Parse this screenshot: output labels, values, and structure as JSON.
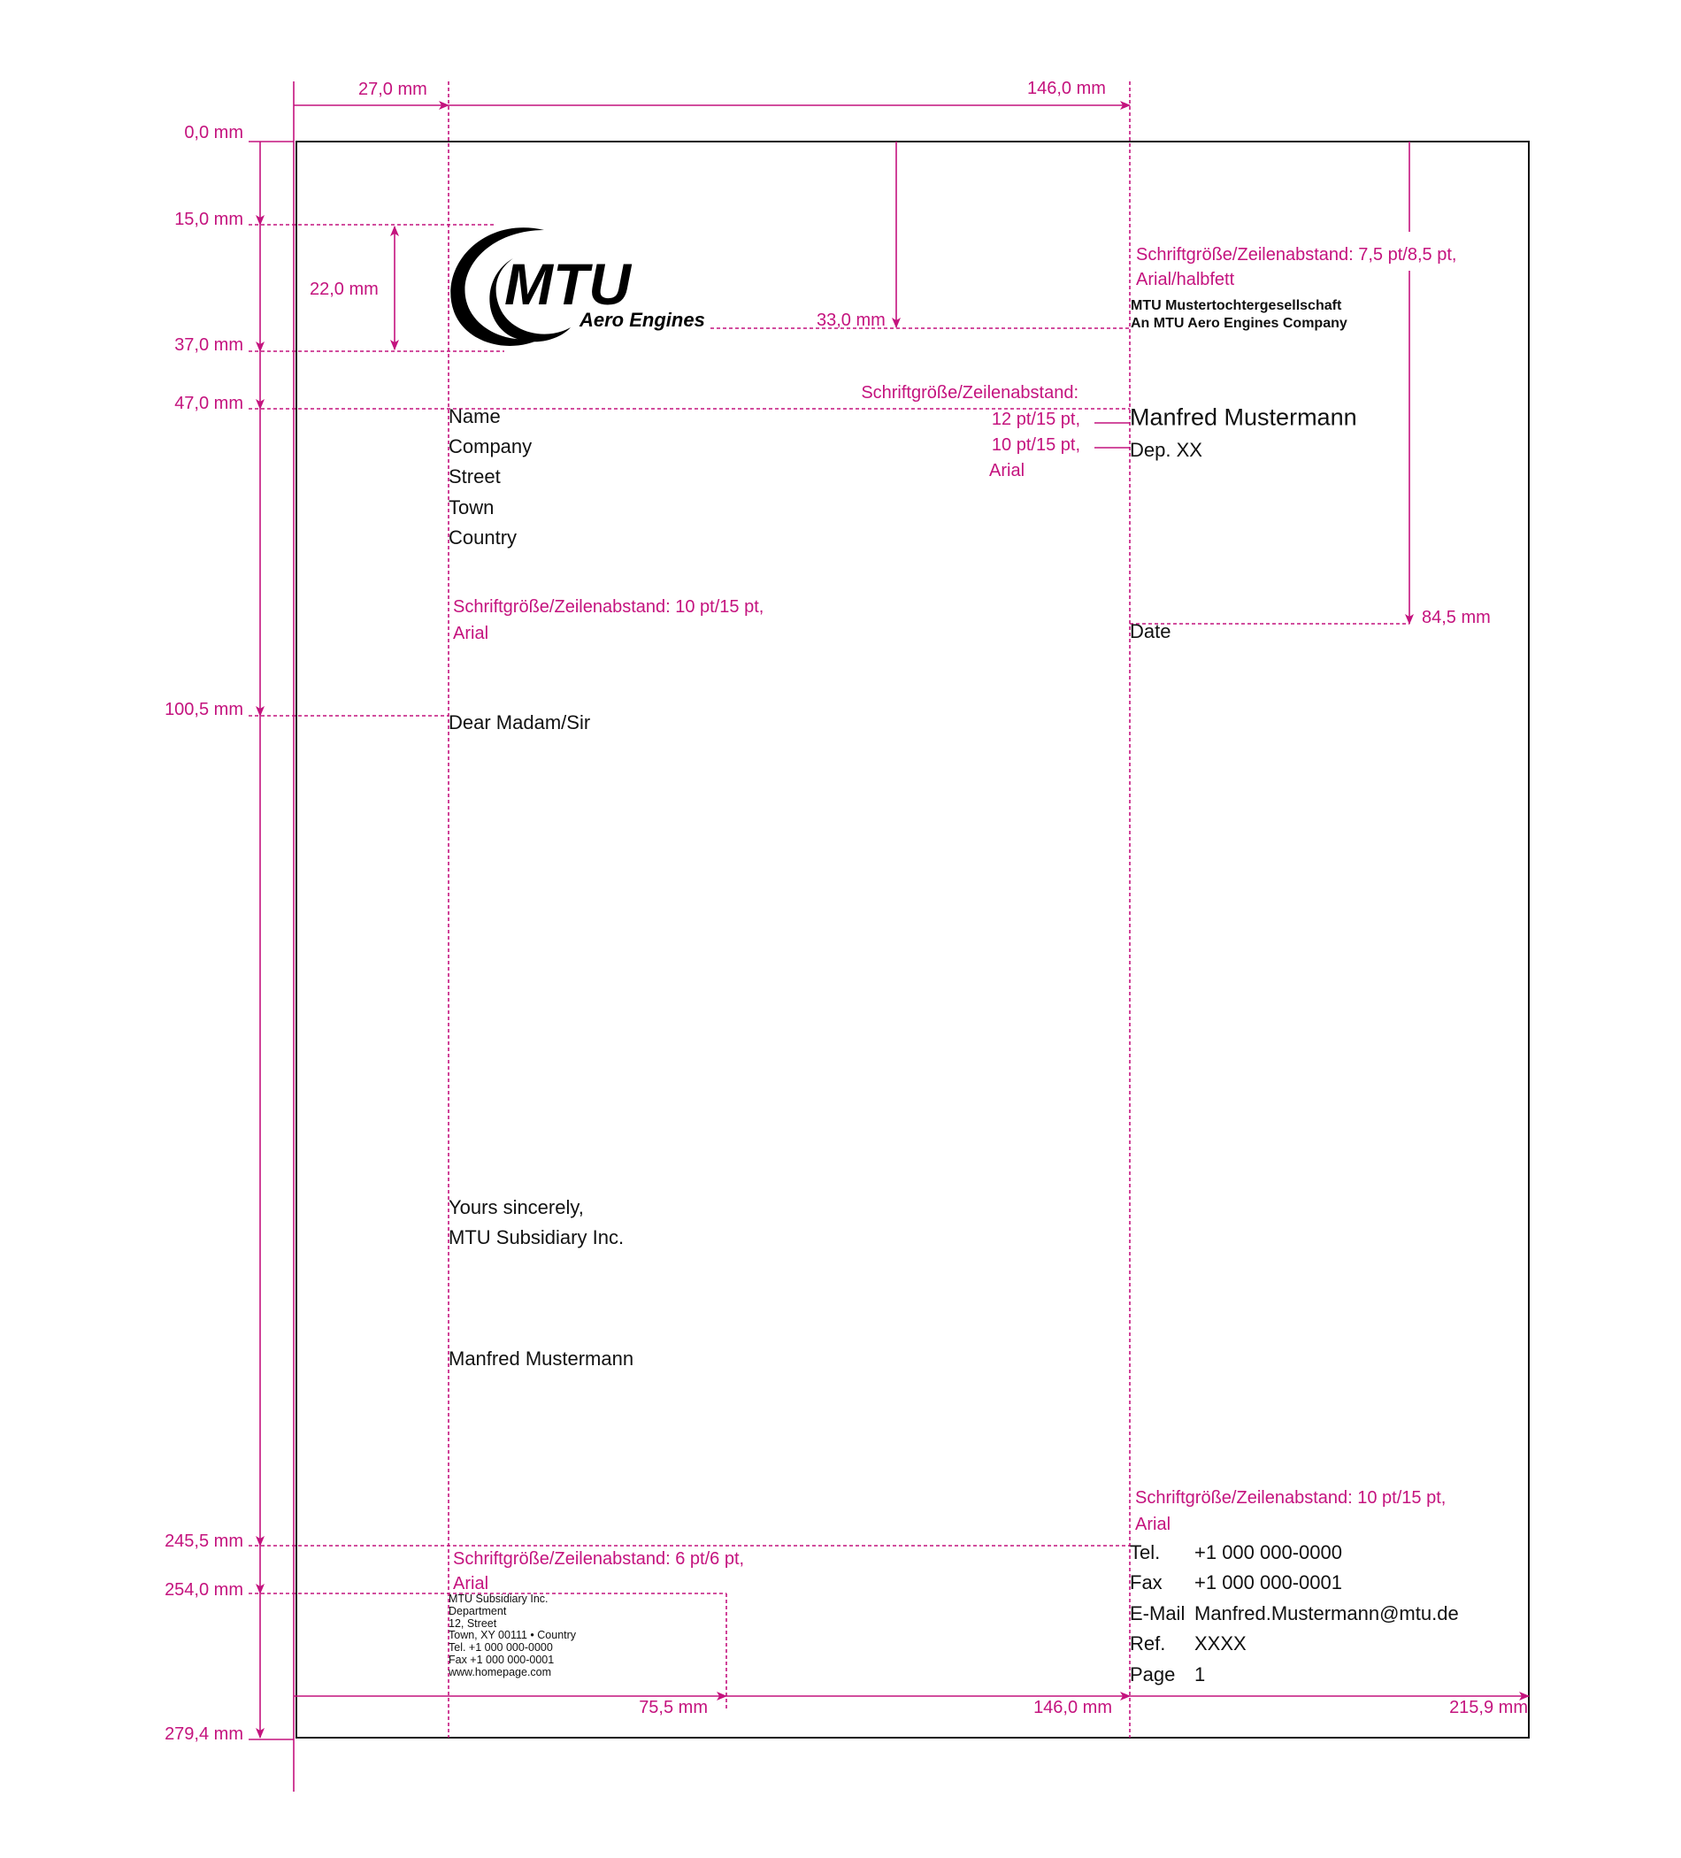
{
  "dimensions": {
    "top": {
      "left_margin": "27,0 mm",
      "right_column": "146,0 mm"
    },
    "left": [
      "0,0 mm",
      "15,0 mm",
      "37,0 mm",
      "47,0 mm",
      "100,5 mm",
      "245,5 mm",
      "254,0 mm",
      "279,4 mm"
    ],
    "logo_height": "22,0 mm",
    "logo_baseline": "33,0 mm",
    "date_position": "84,5 mm",
    "bottom": {
      "footer_width": "75,5 mm",
      "right_column": "146,0 mm",
      "page_width": "215,9 mm"
    }
  },
  "annotations": {
    "company_spec": [
      "Schriftgröße/Zeilenabstand: 7,5 pt/8,5 pt,",
      "Arial/halbfett"
    ],
    "sender_spec": [
      "Schriftgröße/Zeilenabstand:",
      "12 pt/15 pt,",
      "10 pt/15 pt,",
      "Arial"
    ],
    "address_spec": [
      "Schriftgröße/Zeilenabstand: 10 pt/15 pt,",
      "Arial"
    ],
    "contact_spec": [
      "Schriftgröße/Zeilenabstand: 10 pt/15 pt,",
      "Arial"
    ],
    "footer_spec": [
      "Schriftgröße/Zeilenabstand: 6 pt/6 pt,",
      "Arial"
    ]
  },
  "logo": {
    "name": "MTU",
    "tagline": "Aero Engines"
  },
  "company": [
    "MTU Mustertochtergesellschaft",
    "An MTU Aero Engines Company"
  ],
  "sender": {
    "name": "Manfred Mustermann",
    "department": "Dep. XX"
  },
  "recipient": [
    "Name",
    "Company",
    "Street",
    "Town",
    "Country"
  ],
  "date_label": "Date",
  "salutation": "Dear Madam/Sir",
  "closing": [
    "Yours sincerely,",
    "MTU Subsidiary Inc."
  ],
  "signature": "Manfred Mustermann",
  "contact": [
    {
      "label": "Tel.",
      "value": "+1 000 000-0000"
    },
    {
      "label": "Fax",
      "value": "+1 000 000-0001"
    },
    {
      "label": "E-Mail",
      "value": "Manfred.Mustermann@mtu.de"
    },
    {
      "label": "Ref.",
      "value": "XXXX"
    },
    {
      "label": "Page",
      "value": "1"
    }
  ],
  "footer": [
    "MTU Subsidiary Inc.",
    "Department",
    "12, Street",
    "Town, XY 00111 • Country",
    "Tel.  +1 000 000-0000",
    "Fax +1 000 000-0001",
    "www.homepage.com"
  ],
  "colors": {
    "guide": "#c4137e",
    "text": "#111111"
  }
}
